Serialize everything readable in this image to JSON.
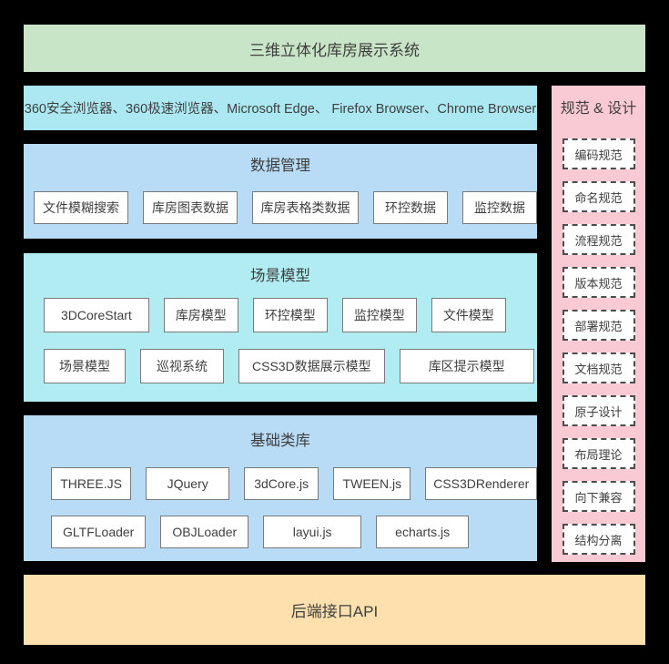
{
  "title": "三维立体化库房展示系统",
  "browsers": "360安全浏览器、360极速浏览器、Microsoft Edge、 Firefox Browser、Chrome Browser",
  "sections": [
    {
      "title": "数据管理",
      "rows": [
        [
          "文件模糊搜索",
          "库房图表数据",
          "库房表格类数据",
          "环控数据",
          "监控数据"
        ]
      ]
    },
    {
      "title": "场景模型",
      "rows": [
        [
          "3DCoreStart",
          "库房模型",
          "环控模型",
          "监控模型",
          "文件模型"
        ],
        [
          "场景模型",
          "巡视系统",
          "CSS3D数据展示模型",
          "库区提示模型"
        ]
      ]
    },
    {
      "title": "基础类库",
      "rows": [
        [
          "THREE.JS",
          "JQuery",
          "3dCore.js",
          "TWEEN.js",
          "CSS3DRenderer"
        ],
        [
          "GLTFLoader",
          "OBJLoader",
          "layui.js",
          "echarts.js"
        ]
      ]
    }
  ],
  "side_panel": {
    "title": "规范 & 设计",
    "items": [
      "编码规范",
      "命名规范",
      "流程规范",
      "版本规范",
      "部署规范",
      "文档规范",
      "原子设计",
      "布局理论",
      "向下兼容",
      "结构分离"
    ]
  },
  "footer": "后端接口API",
  "colors": {
    "background": "#000000",
    "title_banner": "#c9e5c7",
    "browser_banner": "#abe8f1",
    "blue_section": "#b9dcf6",
    "cyan_section": "#b0ecf1",
    "side_panel": "#f9cad3",
    "footer_banner": "#fde0ae",
    "box_border": "#7a7a7a",
    "dashed_border": "#4d4d4d",
    "text": "#3f3f3f"
  }
}
